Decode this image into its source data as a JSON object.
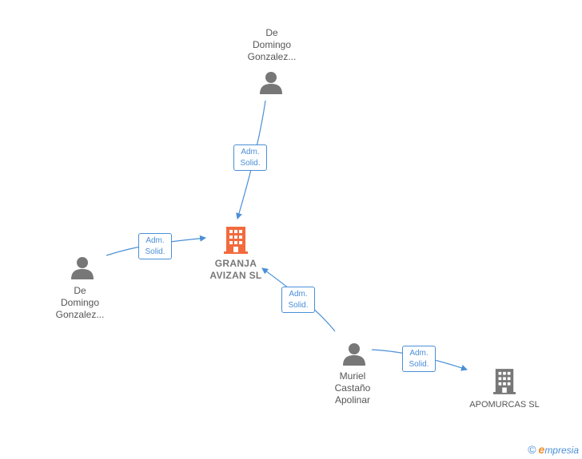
{
  "nodes": {
    "person_top": {
      "label": "De\nDomingo\nGonzalez..."
    },
    "person_left": {
      "label": "De\nDomingo\nGonzalez..."
    },
    "person_muriel": {
      "label": "Muriel\nCastaño\nApolinar"
    },
    "company_granja": {
      "label": "GRANJA\nAVIZAN  SL",
      "color": "#f26a3d"
    },
    "company_apomurcas": {
      "label": "APOMURCAS SL",
      "color": "#777777"
    }
  },
  "edges": {
    "top_to_granja": {
      "line1": "Adm.",
      "line2": "Solid."
    },
    "left_to_granja": {
      "line1": "Adm.",
      "line2": "Solid."
    },
    "muriel_to_granja": {
      "line1": "Adm.",
      "line2": "Solid."
    },
    "muriel_to_apomurcas": {
      "line1": "Adm.",
      "line2": "Solid."
    }
  },
  "colors": {
    "edge": "#4a8fd8",
    "person_icon": "#777777"
  },
  "footer": {
    "copyright": "©",
    "brand_initial": "e",
    "brand_rest": "mpresia"
  }
}
